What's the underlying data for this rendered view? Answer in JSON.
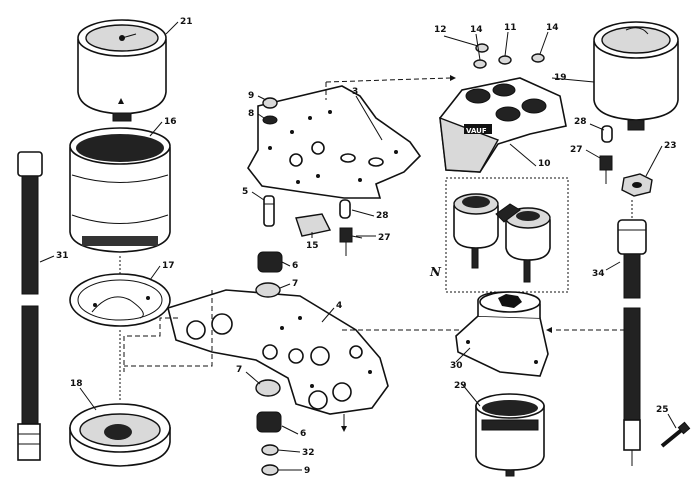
{
  "callouts": [
    {
      "id": "c21",
      "text": "21"
    },
    {
      "id": "c16",
      "text": "16"
    },
    {
      "id": "c31",
      "text": "31"
    },
    {
      "id": "c17",
      "text": "17"
    },
    {
      "id": "c18",
      "text": "18"
    },
    {
      "id": "c9a",
      "text": "9"
    },
    {
      "id": "c8",
      "text": "8"
    },
    {
      "id": "c3",
      "text": "3"
    },
    {
      "id": "c5",
      "text": "5"
    },
    {
      "id": "c28a",
      "text": "28"
    },
    {
      "id": "c15",
      "text": "15"
    },
    {
      "id": "c27a",
      "text": "27"
    },
    {
      "id": "c6a",
      "text": "6"
    },
    {
      "id": "c7a",
      "text": "7"
    },
    {
      "id": "c4",
      "text": "4"
    },
    {
      "id": "c7b",
      "text": "7"
    },
    {
      "id": "c6b",
      "text": "6"
    },
    {
      "id": "c32",
      "text": "32"
    },
    {
      "id": "c9b",
      "text": "9"
    },
    {
      "id": "c12",
      "text": "12"
    },
    {
      "id": "c14a",
      "text": "14"
    },
    {
      "id": "c11",
      "text": "11"
    },
    {
      "id": "c14b",
      "text": "14"
    },
    {
      "id": "c19",
      "text": "19"
    },
    {
      "id": "c28b",
      "text": "28"
    },
    {
      "id": "c27b",
      "text": "27"
    },
    {
      "id": "c10",
      "text": "10"
    },
    {
      "id": "c23",
      "text": "23"
    },
    {
      "id": "cN",
      "text": "N"
    },
    {
      "id": "c34",
      "text": "34"
    },
    {
      "id": "c30",
      "text": "30"
    },
    {
      "id": "c29",
      "text": "29"
    },
    {
      "id": "c25",
      "text": "25"
    }
  ],
  "housing_badge": "VAUF"
}
